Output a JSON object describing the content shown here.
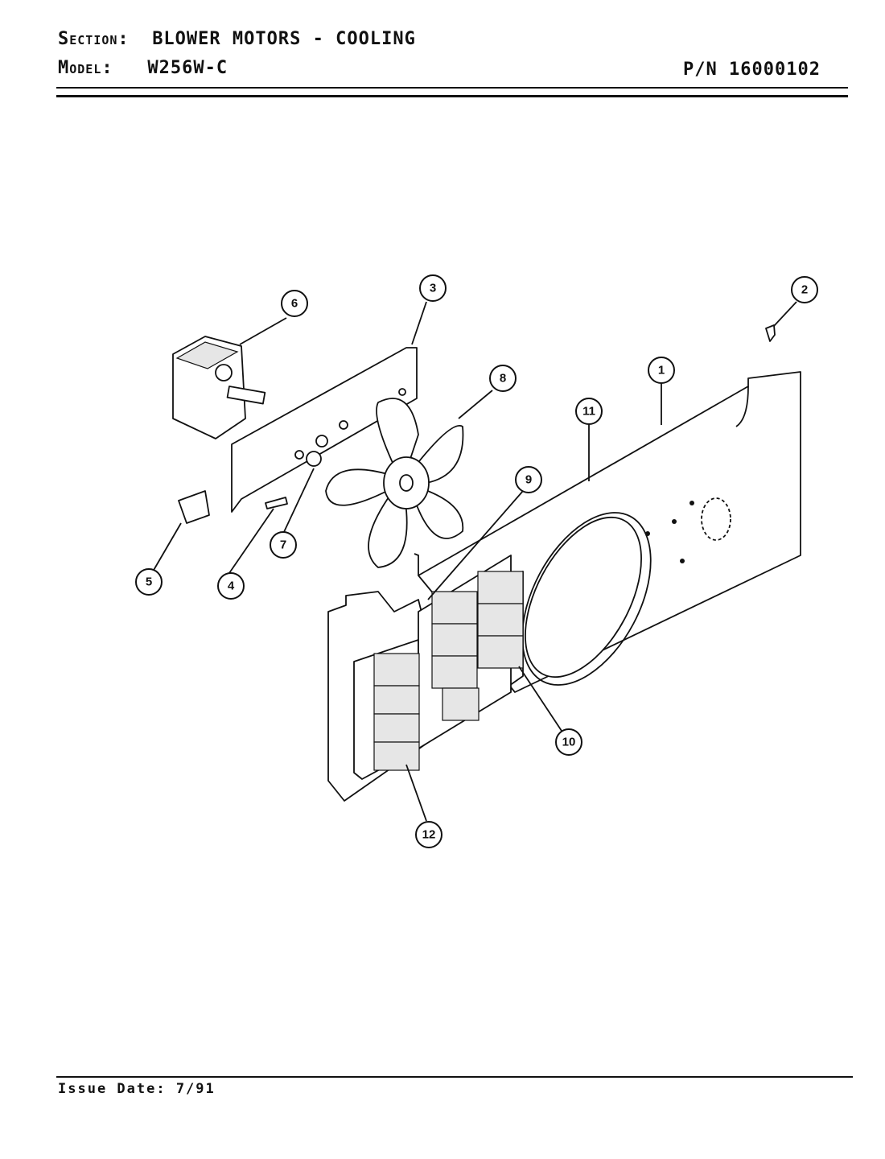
{
  "header": {
    "section_label": "Section:",
    "section_value": "BLOWER MOTORS - COOLING",
    "model_label": "Model:",
    "model_value": "W256W-C",
    "part_number": "P/N 16000102"
  },
  "footer": {
    "issue_date": "Issue Date: 7/91"
  },
  "callouts": [
    "1",
    "2",
    "3",
    "4",
    "5",
    "6",
    "7",
    "8",
    "9",
    "10",
    "11",
    "12"
  ]
}
